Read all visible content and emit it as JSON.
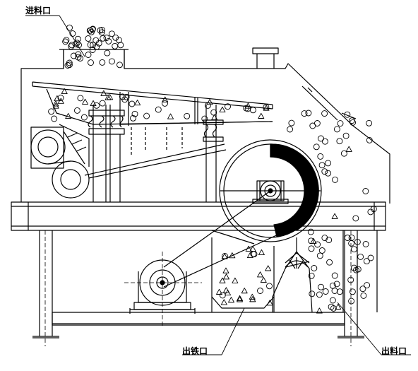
{
  "labels": {
    "feed_inlet": "进料口",
    "iron_outlet": "出铁口",
    "material_outlet": "出料口"
  },
  "colors": {
    "line": "#000000",
    "background": "#ffffff"
  }
}
